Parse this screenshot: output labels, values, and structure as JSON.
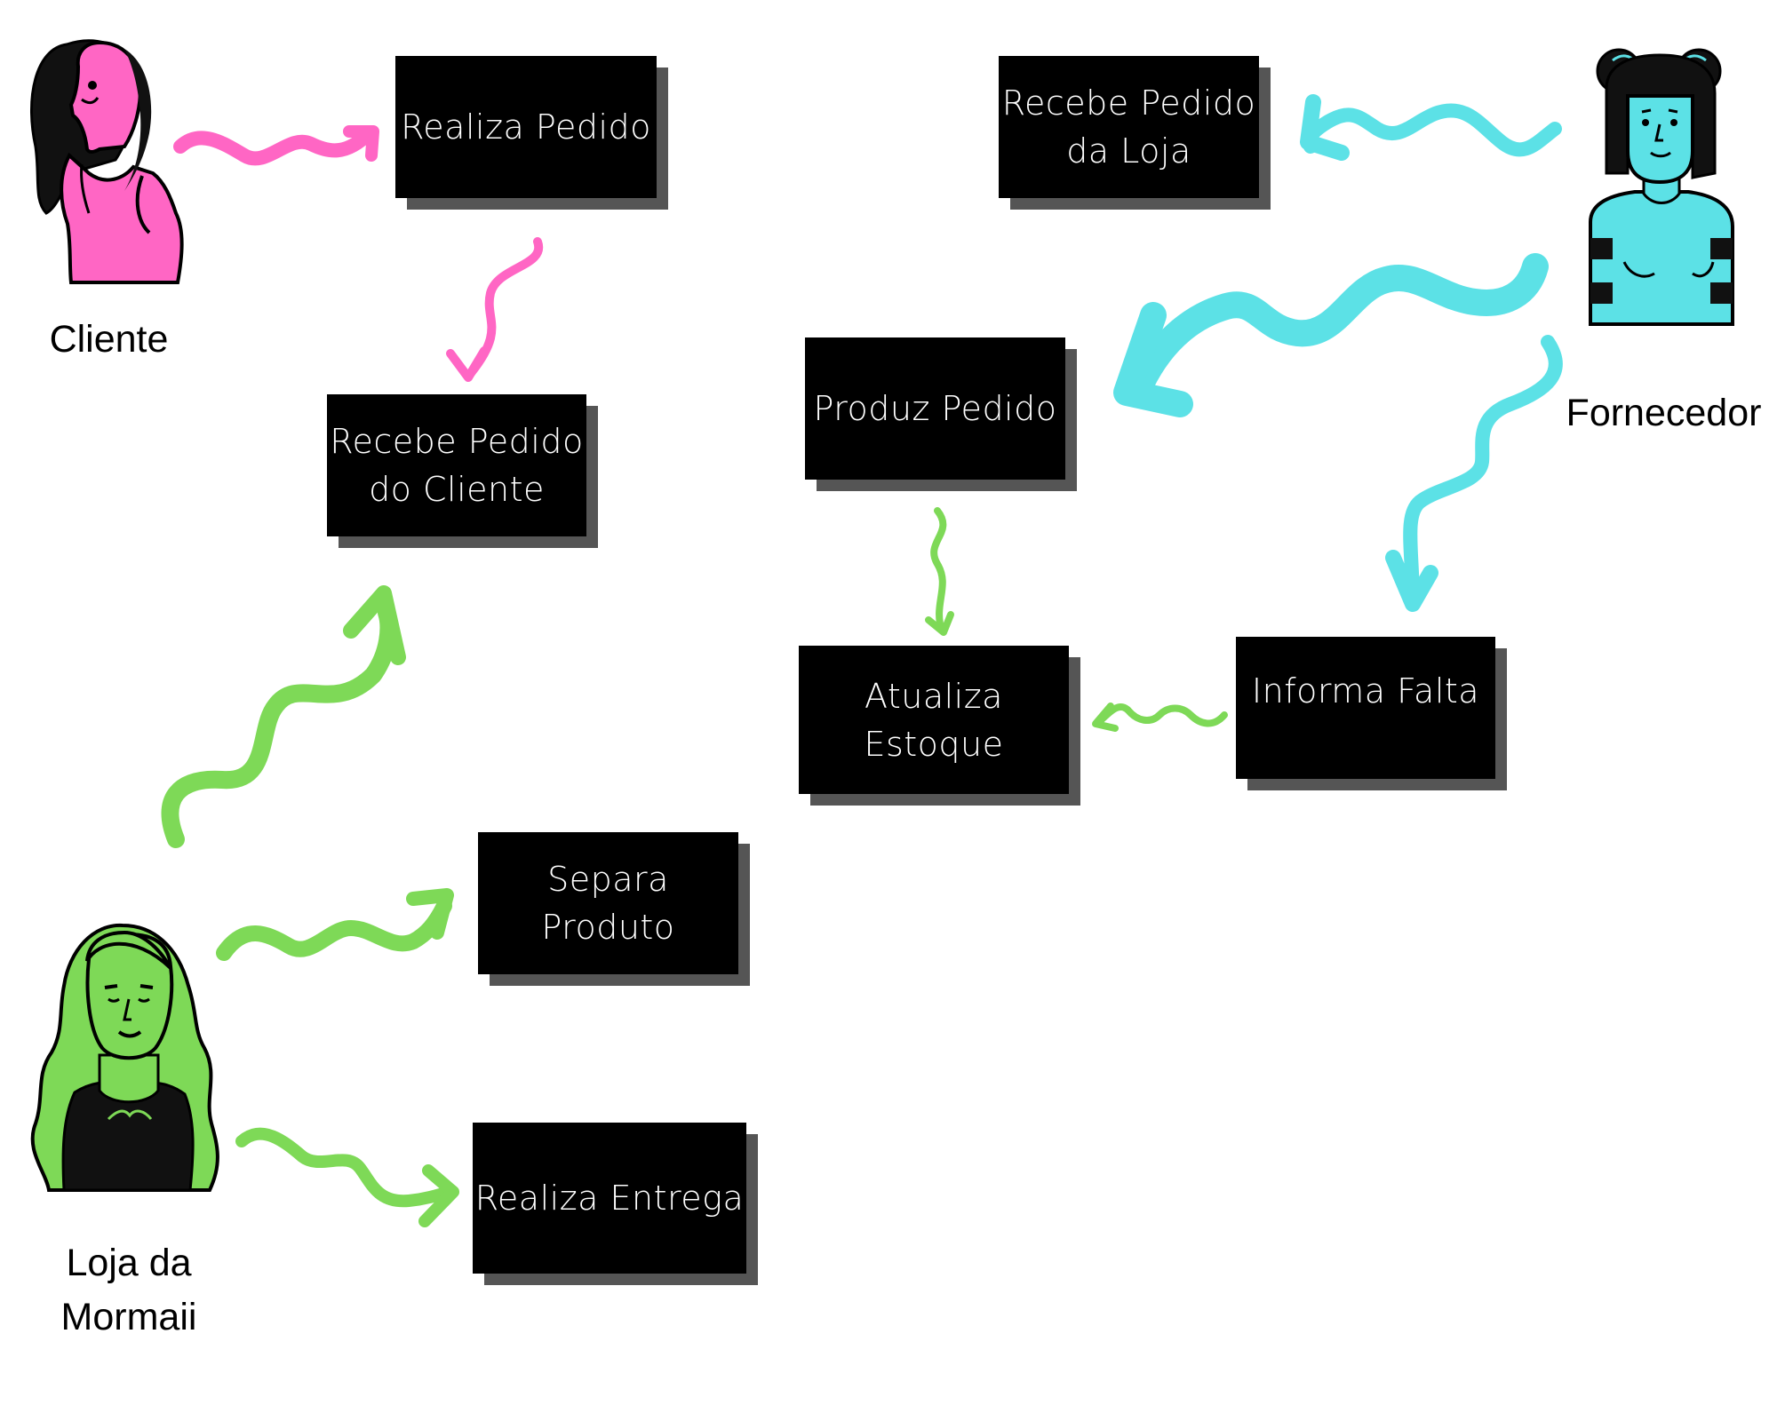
{
  "colors": {
    "cliente": "#ff66c4",
    "loja": "#7ed957",
    "fornecedor": "#5ce1e6",
    "box_bg": "#000000",
    "box_shadow": "#555555",
    "box_text": "#ffffff"
  },
  "actors": {
    "cliente": {
      "label": "Cliente",
      "icon": "woman-pink-avatar-icon"
    },
    "loja": {
      "label": "Loja da\nMormaii",
      "icon": "woman-green-avatar-icon"
    },
    "fornecedor": {
      "label": "Fornecedor",
      "icon": "person-cyan-avatar-icon"
    }
  },
  "boxes": {
    "realiza_pedido": "Realiza Pedido",
    "recebe_pedido_cliente": "Recebe Pedido\ndo Cliente",
    "separa_produto": "Separa Produto",
    "realiza_entrega": "Realiza Entrega",
    "recebe_pedido_loja": "Recebe Pedido\nda Loja",
    "produz_pedido": "Produz Pedido",
    "atualiza_estoque": "Atualiza\nEstoque",
    "informa_falta": "Informa Falta"
  }
}
